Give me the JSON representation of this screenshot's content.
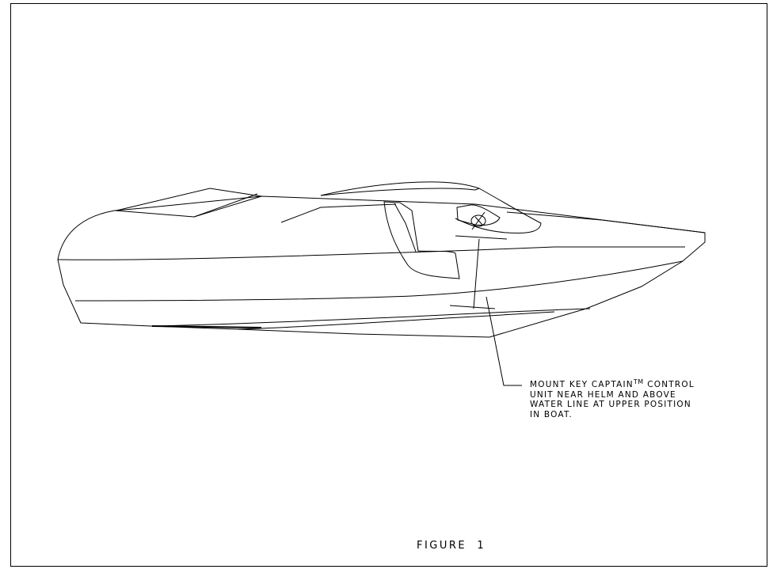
{
  "callout": {
    "line1_before_tm": "MOUNT KEY CAPTAIN",
    "line1_tm": "TM",
    "line1_after_tm": " CONTROL",
    "line2": "UNIT NEAR HELM AND ABOVE",
    "line3": "WATER LINE AT UPPER POSITION",
    "line4": "IN BOAT."
  },
  "figure": {
    "label": "FIGURE",
    "number": "1"
  },
  "colors": {
    "line": "#000000",
    "background": "#ffffff"
  }
}
